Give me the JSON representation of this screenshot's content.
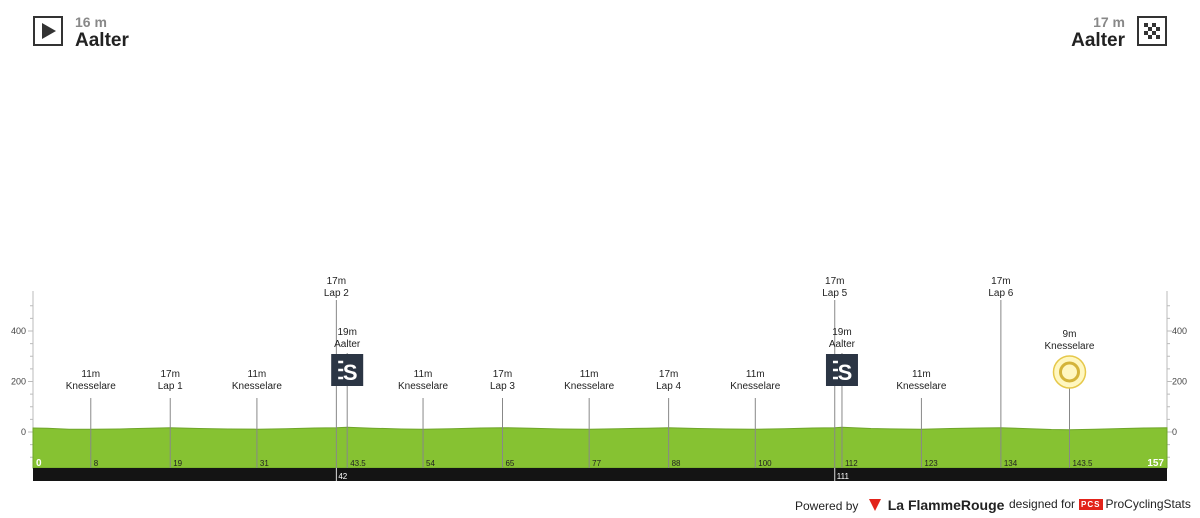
{
  "start": {
    "altitude": "16 m",
    "town": "Aalter",
    "icon": "play-icon"
  },
  "finish": {
    "altitude": "17 m",
    "town": "Aalter",
    "icon": "checkered-flag-icon"
  },
  "chart_data": {
    "type": "area",
    "title": "",
    "xlabel": "",
    "ylabel": "",
    "xlim": [
      0,
      157
    ],
    "ylim": [
      -120,
      560
    ],
    "y_ticks": [
      0,
      200,
      400
    ],
    "x_ticks": [
      "0",
      "8",
      "19",
      "31",
      "42",
      "43.5",
      "54",
      "65",
      "77",
      "88",
      "100",
      "111",
      "112",
      "123",
      "134",
      "143.5",
      "157"
    ],
    "x_tick_values": [
      0,
      8,
      19,
      31,
      42,
      43.5,
      54,
      65,
      77,
      88,
      100,
      111,
      112,
      123,
      134,
      143.5,
      157
    ],
    "series": [
      {
        "x": [
          0,
          2,
          5,
          8,
          12,
          16,
          19,
          23,
          27,
          31,
          35,
          39,
          42,
          43.5,
          47,
          51,
          54,
          58,
          62,
          65,
          69,
          73,
          77,
          81,
          85,
          88,
          92,
          96,
          100,
          104,
          108,
          111,
          112,
          116,
          120,
          123,
          127,
          131,
          134,
          138,
          141,
          143.5,
          147,
          151,
          154,
          157
        ],
        "y": [
          16,
          15,
          11,
          11,
          12,
          15,
          17,
          14,
          12,
          11,
          13,
          16,
          17,
          19,
          15,
          12,
          11,
          13,
          16,
          17,
          15,
          12,
          11,
          13,
          15,
          17,
          14,
          12,
          11,
          13,
          16,
          17,
          19,
          14,
          12,
          11,
          14,
          16,
          17,
          13,
          10,
          9,
          11,
          14,
          16,
          17
        ]
      }
    ],
    "labels": [
      {
        "km": 8,
        "alt": "11m",
        "name": "Knesselare"
      },
      {
        "km": 19,
        "alt": "17m",
        "name": "Lap 1"
      },
      {
        "km": 31,
        "alt": "11m",
        "name": "Knesselare"
      },
      {
        "km": 42,
        "alt": "17m",
        "name": "Lap 2"
      },
      {
        "km": 43.5,
        "alt": "19m",
        "name": "Aalter",
        "icon": "sprint-icon"
      },
      {
        "km": 54,
        "alt": "11m",
        "name": "Knesselare"
      },
      {
        "km": 65,
        "alt": "17m",
        "name": "Lap 3"
      },
      {
        "km": 77,
        "alt": "11m",
        "name": "Knesselare"
      },
      {
        "km": 88,
        "alt": "17m",
        "name": "Lap 4"
      },
      {
        "km": 100,
        "alt": "11m",
        "name": "Knesselare"
      },
      {
        "km": 111,
        "alt": "17m",
        "name": "Lap 5"
      },
      {
        "km": 112,
        "alt": "19m",
        "name": "Aalter",
        "icon": "sprint-icon"
      },
      {
        "km": 123,
        "alt": "11m",
        "name": "Knesselare"
      },
      {
        "km": 134,
        "alt": "17m",
        "name": "Lap 6"
      },
      {
        "km": 143.5,
        "alt": "9m",
        "name": "Knesselare",
        "icon": "feed-zone-icon"
      }
    ],
    "colors": {
      "profile": "#86c232",
      "base_bar": "#141414",
      "guide": "#999999",
      "sprint_box": "#2b3544"
    }
  },
  "footer": {
    "powered_by": "Powered by",
    "brand": "La FlammeRouge",
    "designed_for": "designed for",
    "pcs_mark": "PCS",
    "pcs_name": "ProCyclingStats"
  }
}
